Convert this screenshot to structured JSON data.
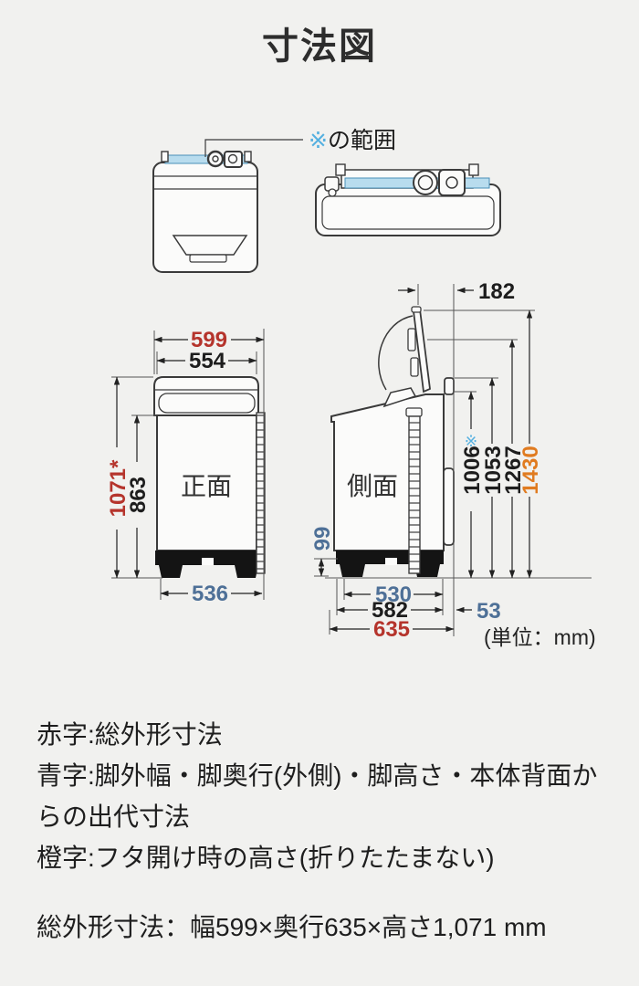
{
  "page": {
    "title": "寸法図",
    "unit": "(単位：mm)"
  },
  "range": {
    "mark": "※",
    "text": "の範囲"
  },
  "front": {
    "label": "正面",
    "overall_width": "599",
    "body_width": "554",
    "overall_height": "1071*",
    "body_height": "863",
    "leg_width": "536"
  },
  "side": {
    "label": "側面",
    "lid_depth": "182",
    "h_back_top": "1006",
    "h_back_top_mark": "※",
    "h_lock": "1053",
    "h_lid_mid": "1267",
    "h_lid_open": "1430",
    "leg_height": "99",
    "leg_depth": "530",
    "body_depth": "582",
    "overall_depth": "635",
    "back_clearance": "53"
  },
  "legend": {
    "red": "赤字:総外形寸法",
    "blue": "青字:脚外幅・脚奥行(外側)・脚高さ・本体背面からの出代寸法",
    "orange": "橙字:フタ開け時の高さ(折りたたまない)",
    "summary": "総外形寸法：幅599×奥行635×高さ1,071 mm"
  },
  "colors": {
    "red": "#b5342c",
    "blue": "#4e7097",
    "orange": "#e07b20",
    "light_blue_strip": "#b8dcee",
    "mark_blue": "#55b0e0",
    "line": "#3a3a3a",
    "background": "#f1f1ef"
  }
}
